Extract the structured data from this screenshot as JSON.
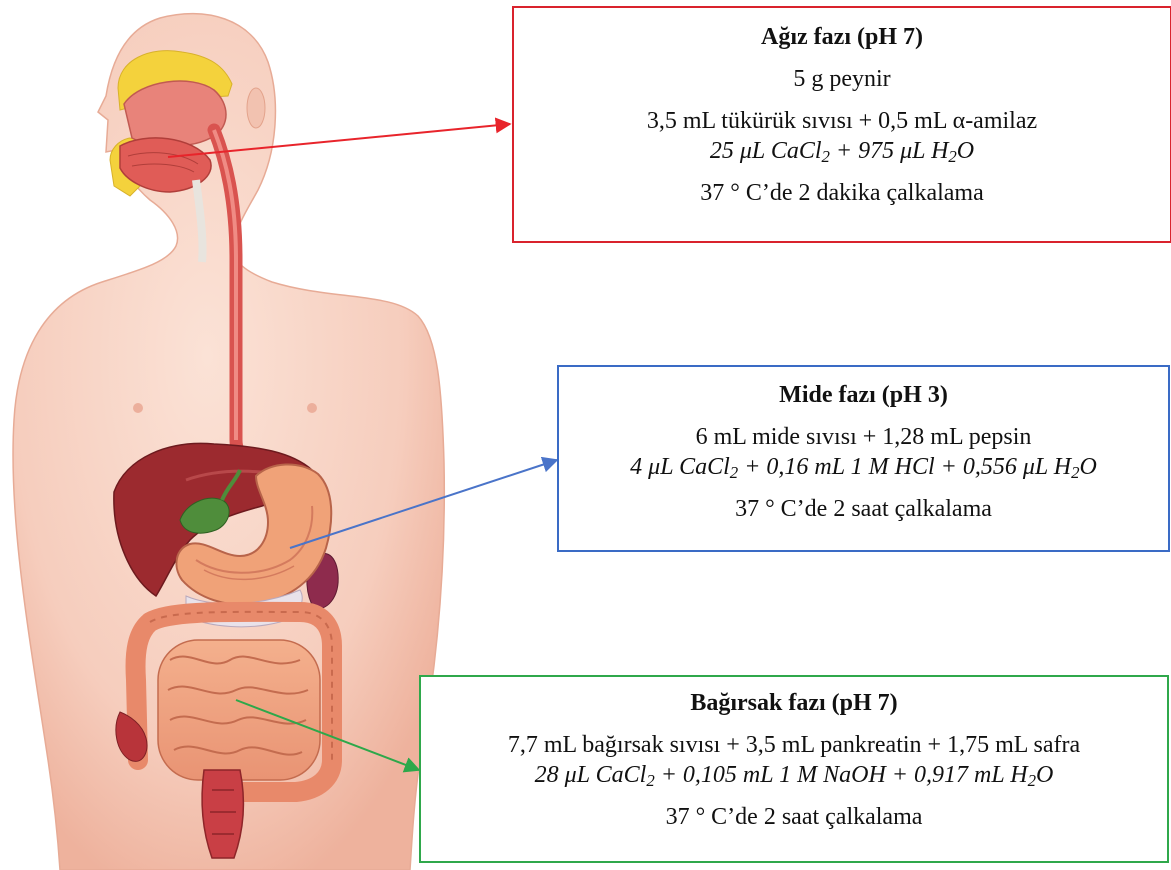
{
  "boxes": {
    "mouth": {
      "title": "Ağız fazı (pH 7)",
      "line1": "5 g peynir",
      "line2": "3,5 mL tükürük sıvısı + 0,5 mL α-amilaz",
      "line3": {
        "a": "25 μL CaCl",
        "a_sub": "2",
        "b": " + 975 μL H",
        "b_sub": "2",
        "c": "O"
      },
      "line4": "37 °  C’de 2 dakika çalkalama"
    },
    "stomach": {
      "title": "Mide fazı (pH 3)",
      "line1": "6 mL mide sıvısı + 1,28 mL pepsin",
      "line2": {
        "a": "4 μL CaCl",
        "a_sub": "2",
        "b": " + 0,16 mL 1 M HCl + 0,556 μL H",
        "b_sub": "2",
        "c": "O"
      },
      "line3": "37 °  C’de 2 saat çalkalama"
    },
    "intestine": {
      "title": "Bağırsak fazı (pH 7)",
      "line1": "7,7 mL bağırsak sıvısı + 3,5 mL pankreatin + 1,75 mL safra",
      "line2": {
        "a": "28 μL CaCl",
        "a_sub": "2",
        "b": " + 0,105 mL 1 M NaOH + 0,917 mL H",
        "b_sub": "2",
        "c": "O"
      },
      "line3": "37 °  C’de 2 saat çalkalama"
    }
  },
  "colors": {
    "mouth_arrow": "#e8242b",
    "stomach_arrow": "#4a74c9",
    "intestine_arrow": "#2da84a"
  }
}
